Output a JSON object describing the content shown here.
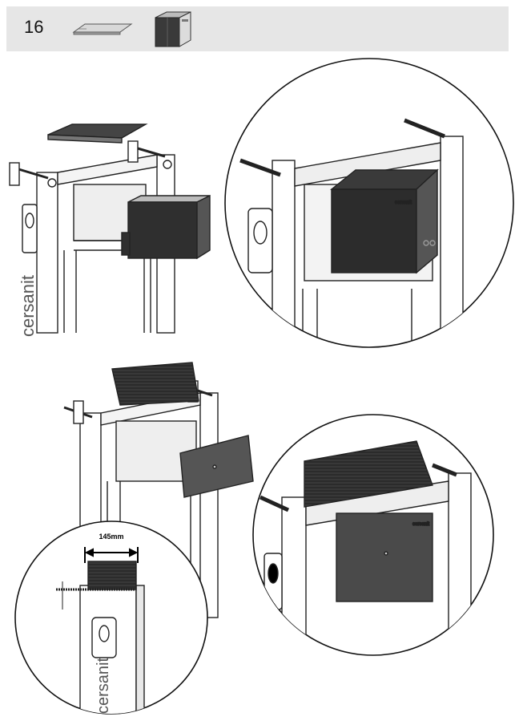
{
  "step": {
    "number": "16"
  },
  "parts": [
    {
      "name": "cover-plate",
      "icon": "plate-icon"
    },
    {
      "name": "protective-box",
      "icon": "box-icon"
    }
  ],
  "dimension": {
    "label": "145mm"
  },
  "brand": {
    "text": "cersanit"
  },
  "colors": {
    "header_bg": "#e6e6e6",
    "box_dark": "#2b2b2b",
    "frame_line": "#222222"
  }
}
